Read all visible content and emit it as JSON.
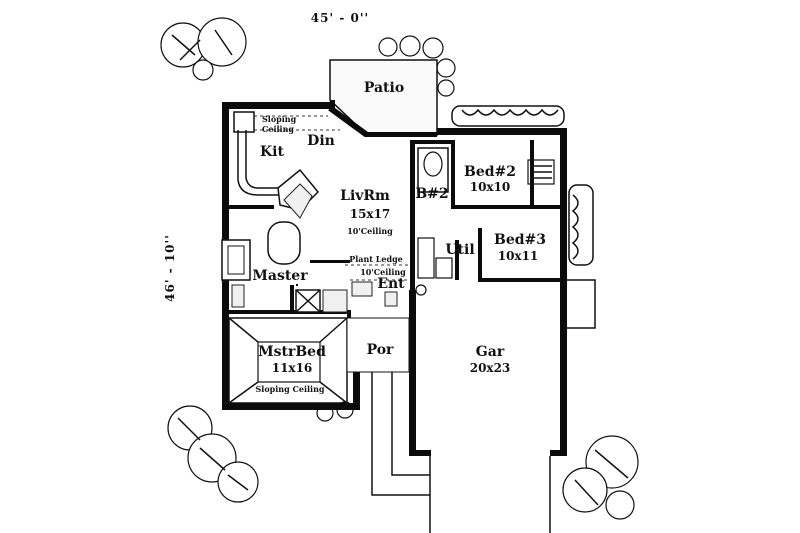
{
  "dimensions": {
    "width": "45' - 0''",
    "depth": "46' - 10''"
  },
  "rooms": {
    "patio": "Patio",
    "kit": "Kit",
    "din": "Din",
    "livrm_name": "LivRm",
    "livrm_size": "15x17",
    "livrm_note": "10'Ceiling",
    "bath2": "B#2",
    "bed2_name": "Bed#2",
    "bed2_size": "10x10",
    "bed3_name": "Bed#3",
    "bed3_size": "10x11",
    "util": "Util",
    "master": "Master",
    "ent": "Ent",
    "plant_ledge": "Plant Ledge",
    "ent_ceiling": "10'Ceiling",
    "mstrbed_name": "MstrBed",
    "mstrbed_size": "11x16",
    "mstr_note": "Sloping Ceiling",
    "kit_note_1": "Sloping",
    "kit_note_2": "Ceiling",
    "por": "Por",
    "gar_name": "Gar",
    "gar_size": "20x23"
  }
}
